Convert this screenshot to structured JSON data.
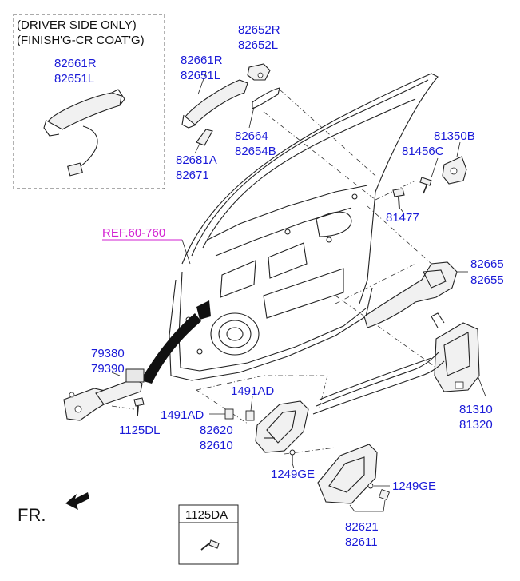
{
  "note_box": {
    "line1": "(DRIVER SIDE ONLY)",
    "line2": "(FINISH'G-CR COAT'G)",
    "part_a": "82661R",
    "part_b": "82651L"
  },
  "labels": {
    "p82652R": "82652R",
    "p82652L": "82652L",
    "p82661R": "82661R",
    "p82651L": "82651L",
    "p82664": "82664",
    "p82654B": "82654B",
    "p82681A": "82681A",
    "p82671": "82671",
    "p81350B": "81350B",
    "p81456C": "81456C",
    "p81477": "81477",
    "ref": "REF.60-760",
    "p82665": "82665",
    "p82655": "82655",
    "p79380": "79380",
    "p79390": "79390",
    "p1491AD_top": "1491AD",
    "p1491AD_left": "1491AD",
    "p82620": "82620",
    "p82610": "82610",
    "p81310": "81310",
    "p81320": "81320",
    "p1125DL": "1125DL",
    "p1249GE_a": "1249GE",
    "p1249GE_b": "1249GE",
    "p82621": "82621",
    "p82611": "82611",
    "fr": "FR.",
    "bolt_box": "1125DA"
  },
  "colors": {
    "part_number": "#1a1ad8",
    "reference": "#d21fd2",
    "line": "#222222"
  }
}
